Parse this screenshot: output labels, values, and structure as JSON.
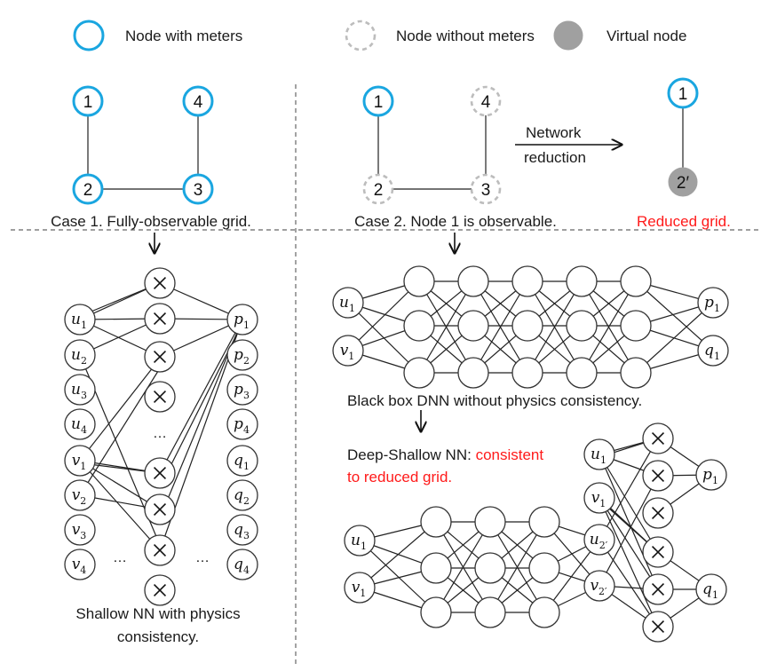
{
  "colors": {
    "meter_node": "#1aa6e0",
    "no_meter_node": "#bdbdbd",
    "virtual_node": "#a0a0a0",
    "highlight_text": "#ff1a1a",
    "text": "#1a1a1a"
  },
  "legend": {
    "items": [
      {
        "label": "Node with meters",
        "style": "meter"
      },
      {
        "label": "Node without meters",
        "style": "no_meter"
      },
      {
        "label": "Virtual node",
        "style": "virtual"
      }
    ]
  },
  "case1": {
    "caption": "Case 1. Fully-observable grid.",
    "nodes": [
      {
        "id": "1",
        "style": "meter"
      },
      {
        "id": "4",
        "style": "meter"
      },
      {
        "id": "2",
        "style": "meter"
      },
      {
        "id": "3",
        "style": "meter"
      }
    ],
    "edges": [
      [
        "1",
        "2"
      ],
      [
        "2",
        "3"
      ],
      [
        "3",
        "4"
      ]
    ]
  },
  "case2": {
    "caption": "Case 2. Node 1 is observable.",
    "nodes": [
      {
        "id": "1",
        "style": "meter"
      },
      {
        "id": "4",
        "style": "no_meter"
      },
      {
        "id": "2",
        "style": "no_meter"
      },
      {
        "id": "3",
        "style": "no_meter"
      }
    ],
    "edges": [
      [
        "1",
        "2"
      ],
      [
        "2",
        "3"
      ],
      [
        "3",
        "4"
      ]
    ],
    "arrow_label_line1": "Network",
    "arrow_label_line2": "reduction"
  },
  "reduced": {
    "caption": "Reduced grid.",
    "nodes": [
      {
        "id": "1",
        "style": "meter"
      },
      {
        "id": "2′",
        "style": "virtual"
      }
    ],
    "edges": [
      [
        "1",
        "2′"
      ]
    ]
  },
  "shallow_nn": {
    "caption_line1": "Shallow NN with physics",
    "caption_line2": "consistency.",
    "inputs": [
      {
        "base": "u",
        "sub": "1"
      },
      {
        "base": "u",
        "sub": "2"
      },
      {
        "base": "u",
        "sub": "3"
      },
      {
        "base": "u",
        "sub": "4"
      },
      {
        "base": "v",
        "sub": "1"
      },
      {
        "base": "v",
        "sub": "2"
      },
      {
        "base": "v",
        "sub": "3"
      },
      {
        "base": "v",
        "sub": "4"
      }
    ],
    "outputs": [
      {
        "base": "p",
        "sub": "1"
      },
      {
        "base": "p",
        "sub": "2"
      },
      {
        "base": "p",
        "sub": "3"
      },
      {
        "base": "p",
        "sub": "4"
      },
      {
        "base": "q",
        "sub": "1"
      },
      {
        "base": "q",
        "sub": "2"
      },
      {
        "base": "q",
        "sub": "3"
      },
      {
        "base": "q",
        "sub": "4"
      }
    ],
    "multiplier_symbol": "×",
    "ellipsis": "…"
  },
  "black_box_dnn": {
    "caption": "Black box DNN without physics consistency.",
    "inputs": [
      {
        "base": "u",
        "sub": "1"
      },
      {
        "base": "v",
        "sub": "1"
      }
    ],
    "hidden_layers": 5,
    "neurons_per_layer": 3,
    "outputs": [
      {
        "base": "p",
        "sub": "1"
      },
      {
        "base": "q",
        "sub": "1"
      }
    ]
  },
  "deep_shallow_nn": {
    "caption_prefix": "Deep-Shallow NN: ",
    "caption_highlight_line1": "consistent",
    "caption_highlight_line2": "to reduced grid.",
    "inputs": [
      {
        "base": "u",
        "sub": "1"
      },
      {
        "base": "v",
        "sub": "1"
      }
    ],
    "hidden_layers": 3,
    "neurons_per_layer": 3,
    "intermediate": [
      {
        "base": "u",
        "sub": "1"
      },
      {
        "base": "v",
        "sub": "1"
      },
      {
        "base": "u",
        "sub": "2′"
      },
      {
        "base": "v",
        "sub": "2′"
      }
    ],
    "multiplier_count": 6,
    "outputs": [
      {
        "base": "p",
        "sub": "1"
      },
      {
        "base": "q",
        "sub": "1"
      }
    ]
  }
}
